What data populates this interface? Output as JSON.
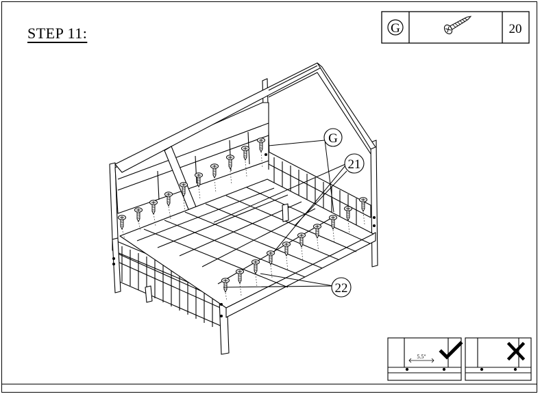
{
  "step": {
    "title": "STEP 11:"
  },
  "parts_box": {
    "letter": "G",
    "icon": "screw-icon",
    "quantity": "20"
  },
  "callouts": {
    "part_g": "G",
    "part_21": "21",
    "part_22": "22"
  },
  "spacing_guide": {
    "correct_label": "5.5\"",
    "correct_icon": "check-icon",
    "incorrect_icon": "cross-icon"
  },
  "colors": {
    "line": "#000000",
    "background": "#ffffff",
    "dashed": "#555555"
  }
}
